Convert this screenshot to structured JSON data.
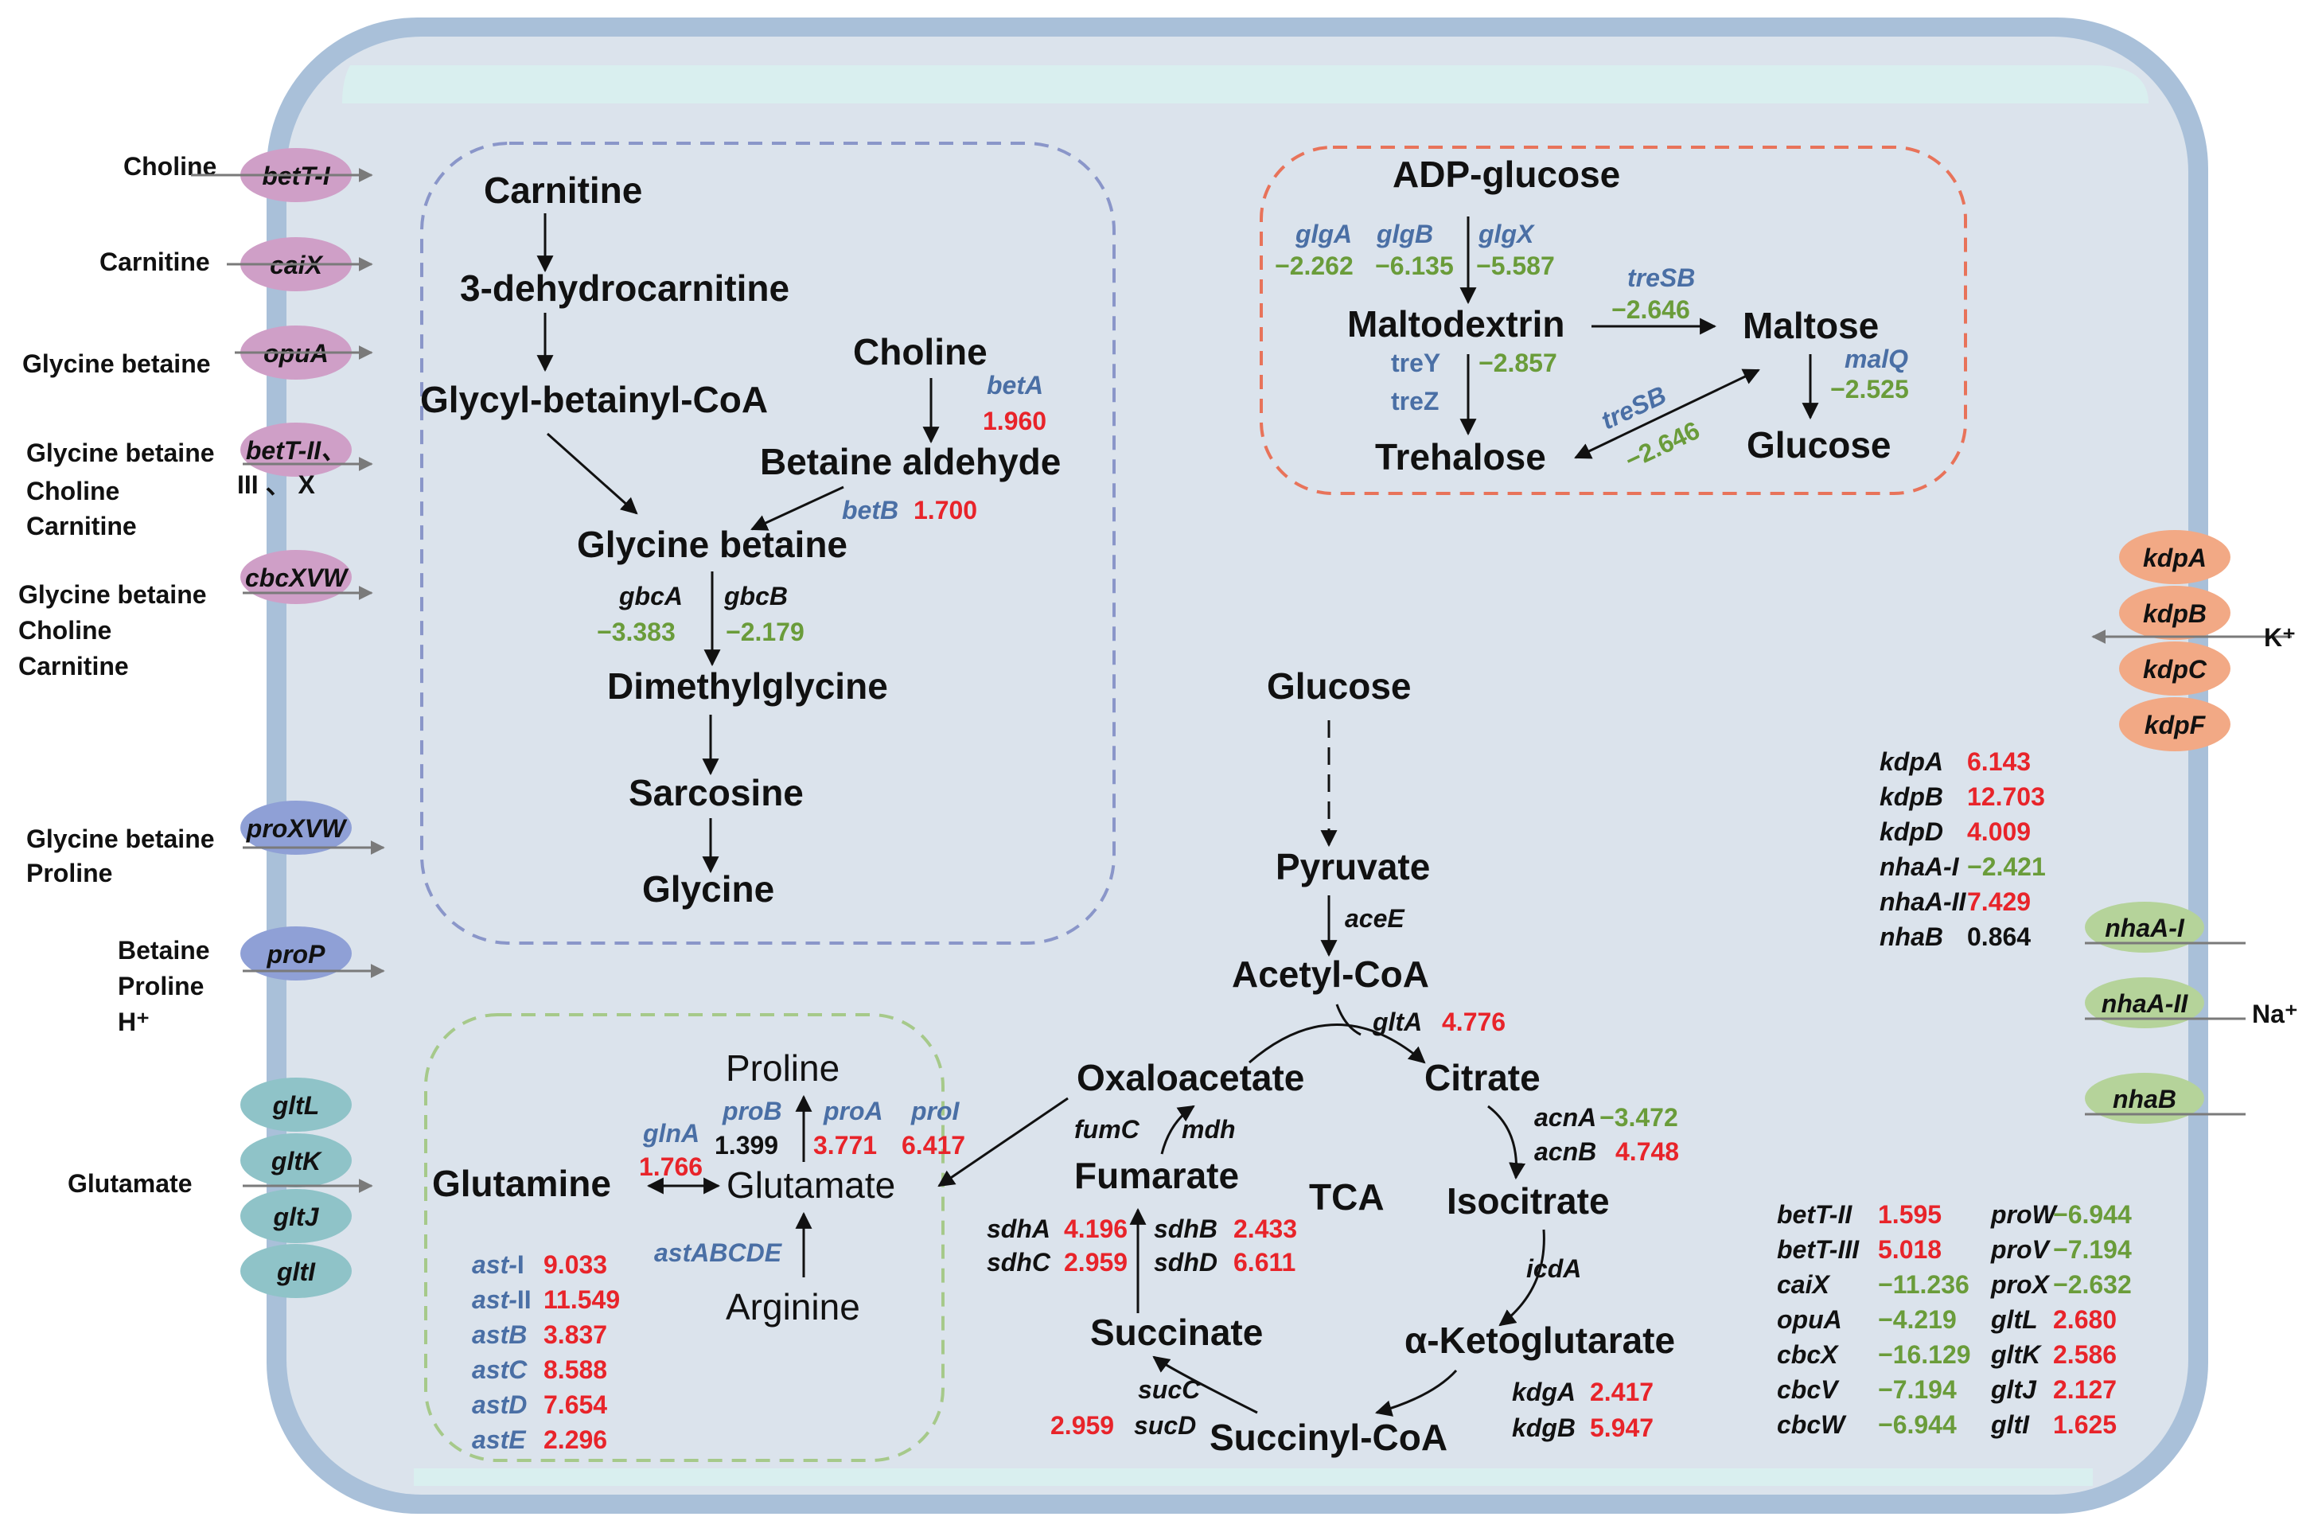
{
  "metabolites": {
    "carnitine": "Carnitine",
    "dehydrocarnitine": "3-dehydrocarnitine",
    "glycyl_betainyl_coa": "Glycyl-betainyl-CoA",
    "choline": "Choline",
    "betaine_aldehyde": "Betaine aldehyde",
    "glycine_betaine": "Glycine betaine",
    "dimethylglycine": "Dimethylglycine",
    "sarcosine": "Sarcosine",
    "glycine": "Glycine",
    "adp_glucose": "ADP-glucose",
    "maltodextrin": "Maltodextrin",
    "maltose": "Maltose",
    "trehalose": "Trehalose",
    "glucose_top": "Glucose",
    "glucose": "Glucose",
    "pyruvate": "Pyruvate",
    "acetyl_coa": "Acetyl-CoA",
    "oxaloacetate": "Oxaloacetate",
    "citrate": "Citrate",
    "fumarate": "Fumarate",
    "tca": "TCA",
    "isocitrate": "Isocitrate",
    "succinate": "Succinate",
    "a_ketoglutarate": "α-Ketoglutarate",
    "succinyl_coa": "Succinyl-CoA",
    "proline": "Proline",
    "glutamine": "Glutamine",
    "glutamate": "Glutamate",
    "arginine": "Arginine"
  },
  "enzymes": {
    "betA": {
      "name": "betA",
      "value": "1.960"
    },
    "betB": {
      "name": "betB",
      "value": "1.700"
    },
    "gbcA": {
      "name": "gbcA",
      "value": "−3.383"
    },
    "gbcB": {
      "name": "gbcB",
      "value": "−2.179"
    },
    "glgA": {
      "name": "glgA",
      "value": "−2.262"
    },
    "glgB": {
      "name": "glgB",
      "value": "−6.135"
    },
    "glgX": {
      "name": "glgX",
      "value": "−5.587"
    },
    "treSB1": {
      "name": "treSB",
      "value": "−2.646"
    },
    "treY": {
      "name": "treY",
      "value": "−2.857"
    },
    "treZ": {
      "name": "treZ"
    },
    "treSB2": {
      "name": "treSB",
      "value": "−2.646"
    },
    "malQ": {
      "name": "malQ",
      "value": "−2.525"
    },
    "aceE": {
      "name": "aceE"
    },
    "gltA": {
      "name": "gltA",
      "value": "4.776"
    },
    "acnA": {
      "name": "acnA",
      "value": "−3.472"
    },
    "acnB": {
      "name": "acnB",
      "value": "4.748"
    },
    "icdA": {
      "name": "icdA"
    },
    "kdgA": {
      "name": "kdgA",
      "value": "2.417"
    },
    "kdgB": {
      "name": "kdgB",
      "value": "5.947"
    },
    "sucC": {
      "name": "sucC"
    },
    "sucD": {
      "name": "sucD",
      "value": "2.959"
    },
    "sdhA": {
      "name": "sdhA",
      "value": "4.196"
    },
    "sdhB": {
      "name": "sdhB",
      "value": "2.433"
    },
    "sdhC": {
      "name": "sdhC",
      "value": "2.959"
    },
    "sdhD": {
      "name": "sdhD",
      "value": "6.611"
    },
    "fumC": {
      "name": "fumC"
    },
    "mdh": {
      "name": "mdh"
    },
    "glnA": {
      "name": "glnA",
      "value": "1.766"
    },
    "proB": {
      "name": "proB",
      "value": "1.399"
    },
    "proA": {
      "name": "proA",
      "value": "3.771"
    },
    "proI": {
      "name": "proI",
      "value": "6.417"
    },
    "astABCDE": {
      "name": "astABCDE"
    }
  },
  "ast_list": [
    {
      "gene": "ast-",
      "suffix": "I",
      "value": "9.033"
    },
    {
      "gene": "ast-",
      "suffix": "II",
      "value": "11.549"
    },
    {
      "gene": "astB",
      "suffix": "",
      "value": "3.837"
    },
    {
      "gene": "astC",
      "suffix": "",
      "value": "8.588"
    },
    {
      "gene": "astD",
      "suffix": "",
      "value": "7.654"
    },
    {
      "gene": "astE",
      "suffix": "",
      "value": "2.296"
    }
  ],
  "transporters_left": [
    {
      "ellipse": "betT-I",
      "label": "Choline"
    },
    {
      "ellipse": "caiX",
      "label": "Carnitine"
    },
    {
      "ellipse": "opuA",
      "label": "Glycine betaine"
    },
    {
      "ellipse": "betT-II、",
      "label": "Glycine betaine\nCholine\nCarnitine",
      "extra": "III 、 X"
    },
    {
      "ellipse": "cbcXVW",
      "label": "Glycine betaine\nCholine\nCarnitine"
    },
    {
      "ellipse": "proXVW",
      "label": "Glycine betaine\nProline"
    },
    {
      "ellipse": "proP",
      "label": "Betaine\nProline\nH⁺"
    },
    {
      "ellipse": "gltL",
      "label": ""
    },
    {
      "ellipse": "gltK",
      "label": "Glutamate"
    },
    {
      "ellipse": "gltJ",
      "label": ""
    },
    {
      "ellipse": "gltI",
      "label": ""
    }
  ],
  "transporters_right": {
    "kdp": [
      "kdpA",
      "kdpB",
      "kdpC",
      "kdpF"
    ],
    "k_ion": "K⁺",
    "nha": [
      "nhaA-I",
      "nhaA-II",
      "nhaB"
    ],
    "na_ion": "Na⁺"
  },
  "right_table_top": [
    {
      "gene": "kdpA",
      "value": "6.143",
      "color": "#e8242a"
    },
    {
      "gene": "kdpB",
      "value": "12.703",
      "color": "#e8242a"
    },
    {
      "gene": "kdpD",
      "value": "4.009",
      "color": "#e8242a"
    },
    {
      "gene": "nhaA-I",
      "value": "−2.421",
      "color": "#6a9c3a"
    },
    {
      "gene": "nhaA-II",
      "value": "7.429",
      "color": "#e8242a"
    },
    {
      "gene": "nhaB",
      "value": "0.864",
      "color": "#111111"
    }
  ],
  "right_table_bottom_left": [
    {
      "gene": "betT-II",
      "value": "1.595",
      "color": "#e8242a"
    },
    {
      "gene": "betT-III",
      "value": "5.018",
      "color": "#e8242a"
    },
    {
      "gene": "caiX",
      "value": "−11.236",
      "color": "#6a9c3a"
    },
    {
      "gene": "opuA",
      "value": "−4.219",
      "color": "#6a9c3a"
    },
    {
      "gene": "cbcX",
      "value": "−16.129",
      "color": "#6a9c3a"
    },
    {
      "gene": "cbcV",
      "value": "−7.194",
      "color": "#6a9c3a"
    },
    {
      "gene": "cbcW",
      "value": "−6.944",
      "color": "#6a9c3a"
    }
  ],
  "right_table_bottom_right": [
    {
      "gene": "proW",
      "value": "−6.944",
      "color": "#6a9c3a"
    },
    {
      "gene": "proV",
      "value": "−7.194",
      "color": "#6a9c3a"
    },
    {
      "gene": "proX",
      "value": "−2.632",
      "color": "#6a9c3a"
    },
    {
      "gene": "gltL",
      "value": "2.680",
      "color": "#e8242a"
    },
    {
      "gene": "gltK",
      "value": "2.586",
      "color": "#e8242a"
    },
    {
      "gene": "gltJ",
      "value": "2.127",
      "color": "#e8242a"
    },
    {
      "gene": "gltI",
      "value": "1.625",
      "color": "#e8242a"
    }
  ],
  "colors": {
    "cell_fill": "#dbe3ec",
    "cell_border": "#a9c0d9",
    "top_band": "#d9efef",
    "up": "#e8242a",
    "down": "#6a9c3a",
    "gene_blue": "#4a6fa5",
    "purple_ellipse": "#cf9fc7",
    "blue_ellipse": "#8fa0d6",
    "teal_ellipse": "#8fc3c8",
    "orange_ellipse": "#f2a985",
    "green_ellipse": "#b5d39a",
    "box_blue_dash": "#8a96c9",
    "box_red_dash": "#e8735a",
    "box_green_dash": "#a6c98a"
  }
}
